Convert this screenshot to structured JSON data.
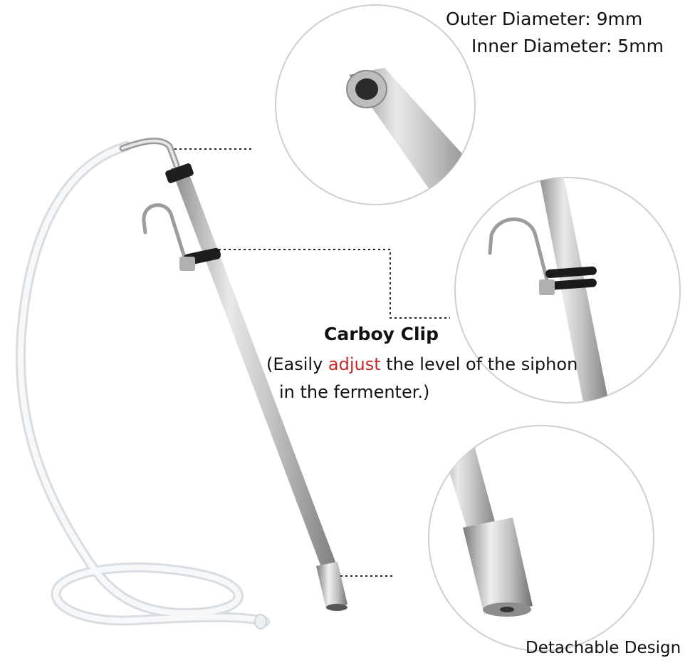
{
  "specs": {
    "outer_diameter": "Outer Diameter: 9mm",
    "inner_diameter": "Inner Diameter: 5mm"
  },
  "carboy_clip": {
    "title": "Carboy Clip",
    "desc_open": "(Easily ",
    "desc_highlight": "adjust",
    "desc_rest": " the level of the siphon",
    "desc_line2": "in the fermenter.)"
  },
  "detachable": "Detachable Design",
  "colors": {
    "accent": "#c62828",
    "steel": "#b8b8b8",
    "tubing": "#e8eef2",
    "circle_border": "#cfcfcf"
  }
}
